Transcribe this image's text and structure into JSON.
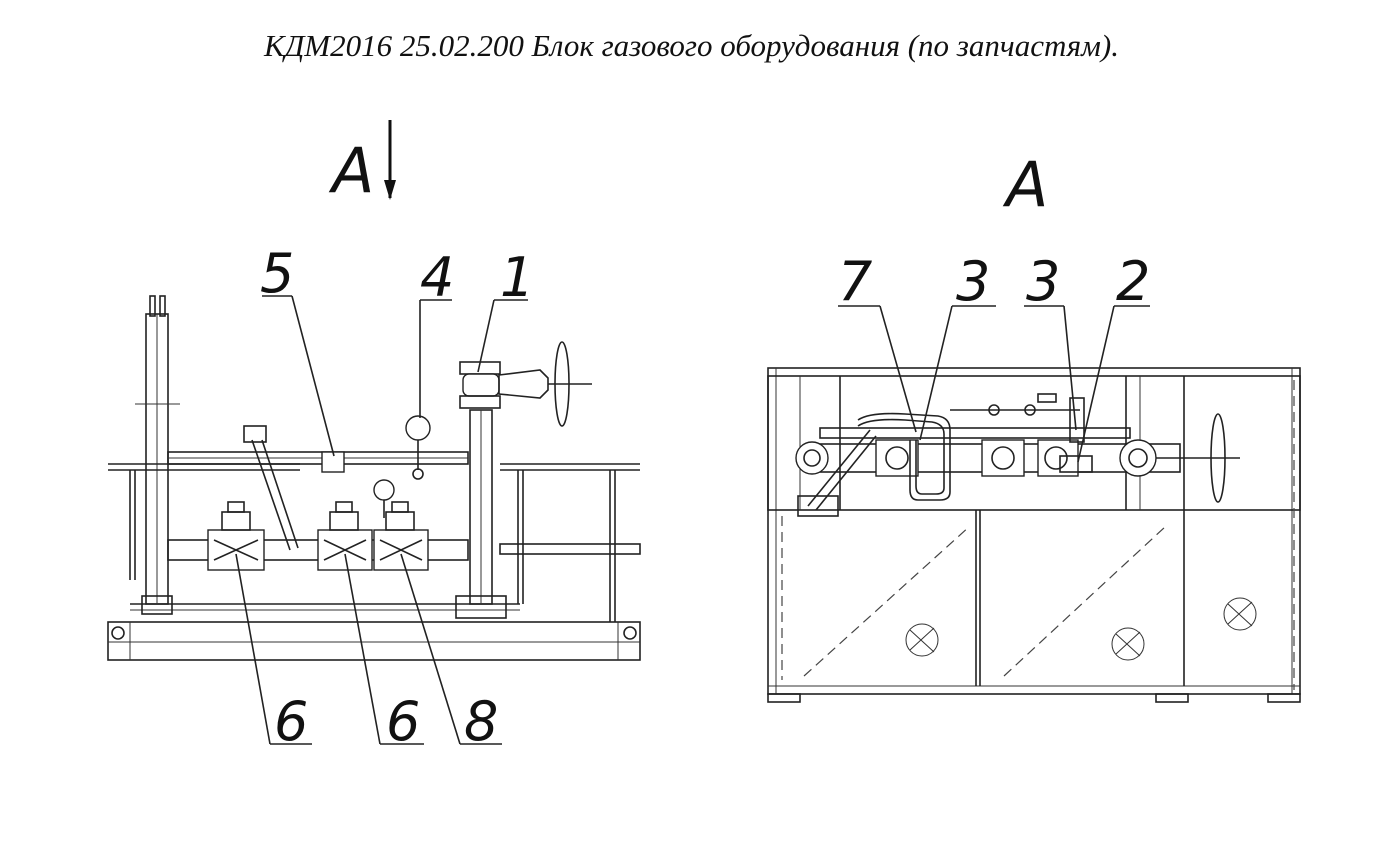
{
  "title": "КДМ2016 25.02.200 Блок газового оборудования  (по запчастям).",
  "left_view": {
    "view_marker": "A",
    "callouts": [
      "5",
      "4",
      "1",
      "6",
      "6",
      "8"
    ]
  },
  "right_view": {
    "view_marker": "A",
    "callouts": [
      "7",
      "3",
      "3",
      "2"
    ]
  }
}
